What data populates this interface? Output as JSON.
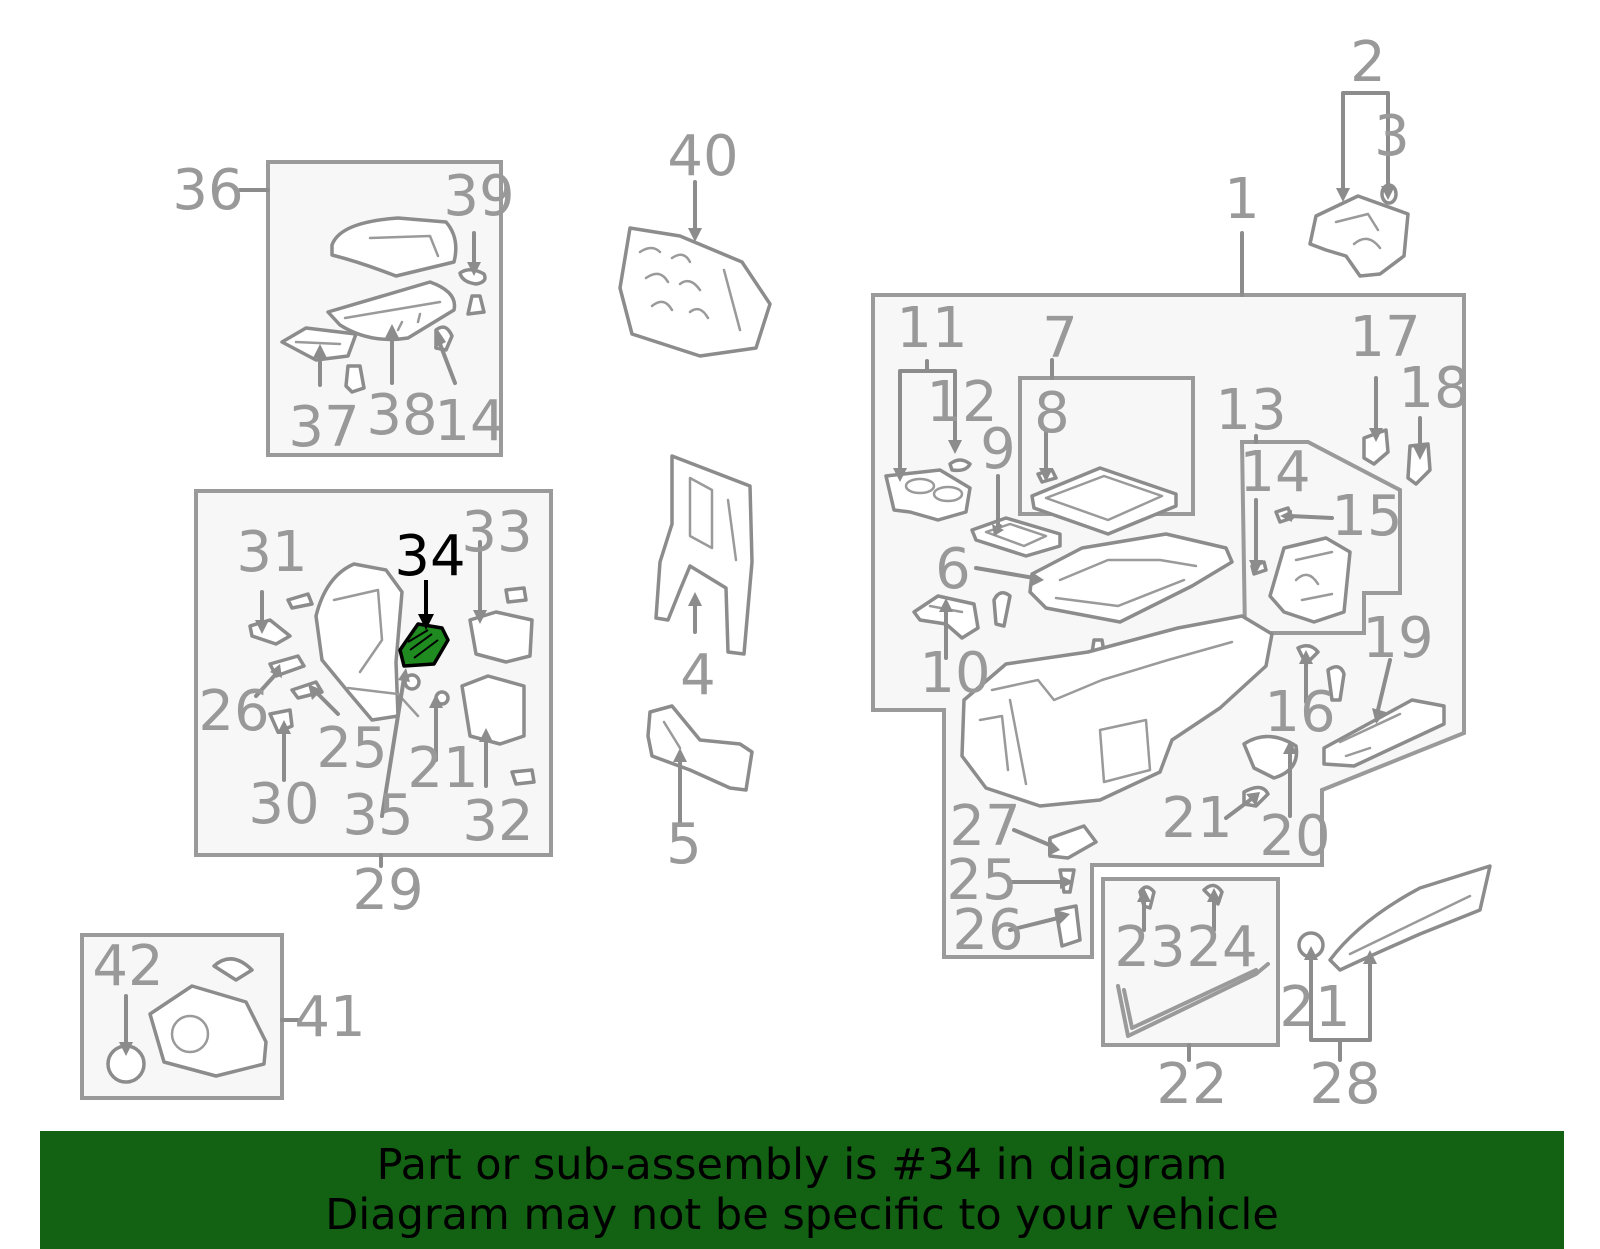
{
  "diagram": {
    "labels": {
      "l1": "1",
      "l2": "2",
      "l3": "3",
      "l4": "4",
      "l5": "5",
      "l6": "6",
      "l7": "7",
      "l8": "8",
      "l9": "9",
      "l10": "10",
      "l11": "11",
      "l12": "12",
      "l13": "13",
      "l14a": "14",
      "l14b": "14",
      "l15": "15",
      "l16": "16",
      "l17": "17",
      "l18": "18",
      "l19": "19",
      "l20": "20",
      "l21a": "21",
      "l21b": "21",
      "l21c": "21",
      "l22": "22",
      "l23": "23",
      "l24": "24",
      "l25a": "25",
      "l25b": "25",
      "l26a": "26",
      "l26b": "26",
      "l27": "27",
      "l28": "28",
      "l29": "29",
      "l30": "30",
      "l31": "31",
      "l32": "32",
      "l33": "33",
      "l34": "34",
      "l35": "35",
      "l36": "36",
      "l37": "37",
      "l38": "38",
      "l39": "39",
      "l40": "40",
      "l41": "41",
      "l42": "42"
    },
    "highlight_part": "34",
    "colors": {
      "line": "#9a9a9a",
      "highlight_fill": "#1f8a1f",
      "banner_bg": "#136112",
      "banner_text": "#000000"
    }
  },
  "banner": {
    "line1": "Part or sub-assembly is #34 in diagram",
    "line2": "Diagram may not be specific to your vehicle"
  }
}
